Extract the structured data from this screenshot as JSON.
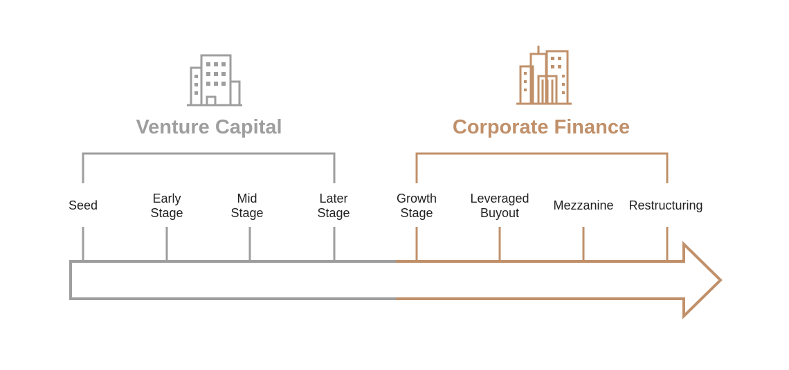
{
  "colors": {
    "venture": "#9e9e9e",
    "corporate": "#c0906a",
    "text": "#222222",
    "background": "#ffffff"
  },
  "venture": {
    "title": "Venture Capital",
    "icon": "office-building-icon",
    "stages": [
      {
        "line1": "Seed",
        "line2": ""
      },
      {
        "line1": "Early",
        "line2": "Stage"
      },
      {
        "line1": "Mid",
        "line2": "Stage"
      },
      {
        "line1": "Later",
        "line2": "Stage"
      }
    ]
  },
  "corporate": {
    "title": "Corporate Finance",
    "icon": "skyscrapers-icon",
    "stages": [
      {
        "line1": "Growth",
        "line2": "Stage"
      },
      {
        "line1": "Leveraged",
        "line2": "Buyout"
      },
      {
        "line1": "Mezzanine",
        "line2": ""
      },
      {
        "line1": "Restructuring",
        "line2": ""
      }
    ]
  }
}
